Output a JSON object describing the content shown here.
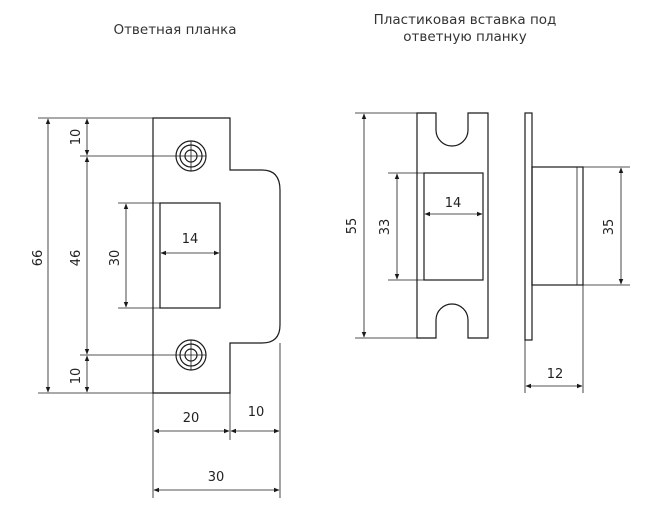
{
  "titles": {
    "strike_plate": "Ответная планка",
    "insert_line1": "Пластиковая вставка под",
    "insert_line2": "ответную планку"
  },
  "dimensions": {
    "plate_height": "66",
    "top_margin": "10",
    "hole_spacing": "46",
    "bottom_margin": "10",
    "opening_height": "30",
    "opening_width": "14",
    "plate_width_left": "20",
    "lip_width": "10",
    "total_width": "30",
    "insert_height": "55",
    "insert_opening_height": "33",
    "insert_opening_width": "14",
    "insert_depth_height": "35",
    "insert_depth": "12"
  },
  "colors": {
    "line": "#1a1a1a",
    "text": "#222222"
  }
}
